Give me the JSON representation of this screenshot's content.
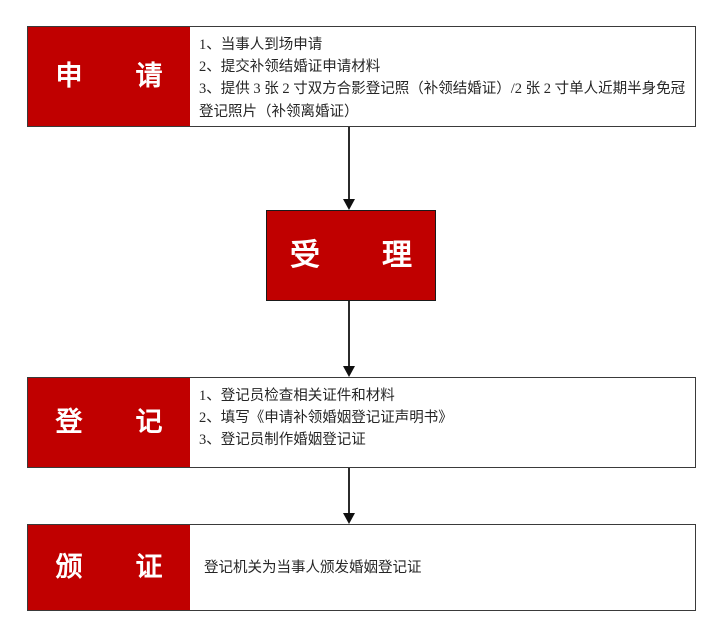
{
  "diagram": {
    "title": "marriage-certificate-reissue-flow",
    "accent_color": "#c00000",
    "line_color": "#2b2b2b",
    "steps": [
      {
        "id": "apply",
        "label": "申　请",
        "lines": [
          "1、当事人到场申请",
          "2、提交补领结婚证申请材料",
          "3、提供 3 张 2 寸双方合影登记照（补领结婚证）/2 张 2 寸单人近期半身免冠登记照片（补领离婚证）"
        ]
      },
      {
        "id": "accept",
        "label": "受　理",
        "lines": []
      },
      {
        "id": "register",
        "label": "登　记",
        "lines": [
          "1、登记员检查相关证件和材料",
          "2、填写《申请补领婚姻登记证声明书》",
          "3、登记员制作婚姻登记证"
        ]
      },
      {
        "id": "issue",
        "label": "颁　证",
        "lines": [
          "登记机关为当事人颁发婚姻登记证"
        ]
      }
    ],
    "connectors": [
      {
        "id": "apply-to-accept",
        "icon": "down-arrow-icon"
      },
      {
        "id": "accept-to-register",
        "icon": "down-arrow-icon"
      },
      {
        "id": "register-to-issue",
        "icon": "down-arrow-icon"
      }
    ]
  }
}
